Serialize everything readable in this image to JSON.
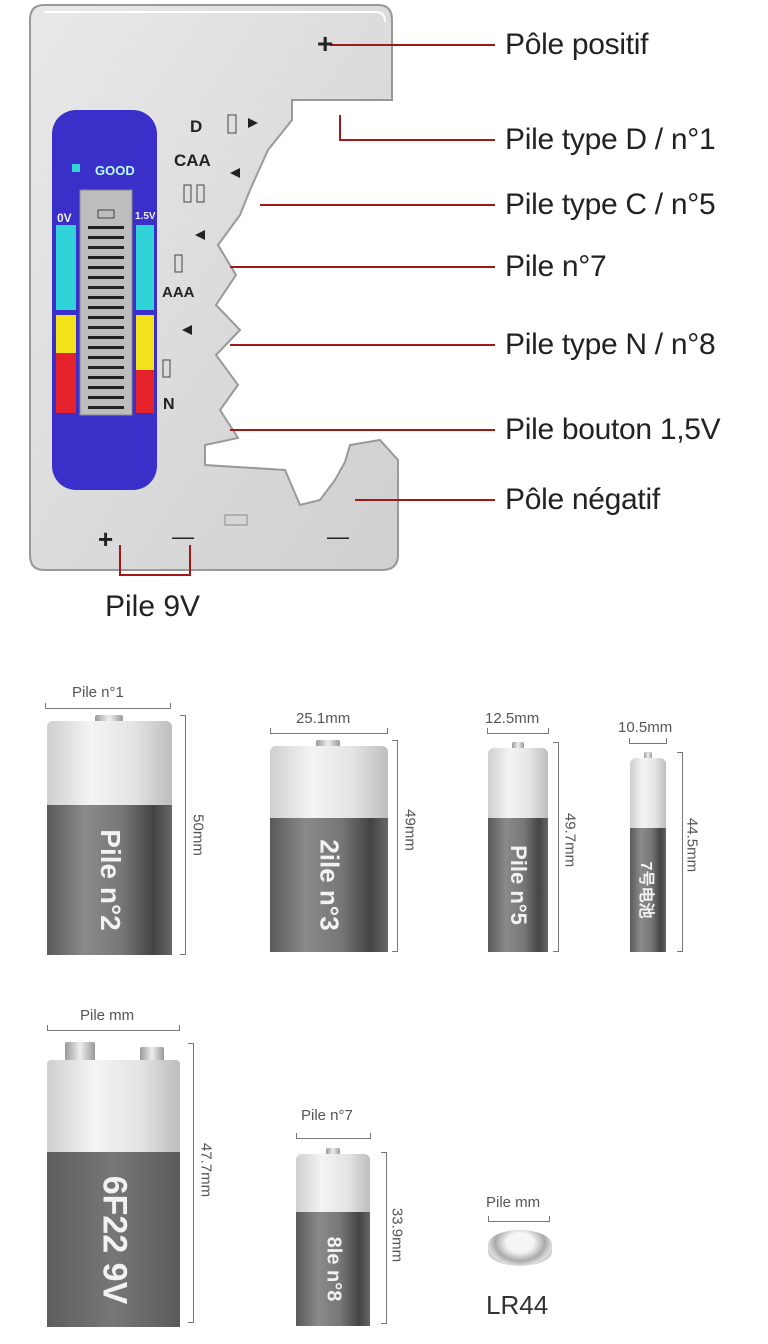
{
  "tester": {
    "display": {
      "good_label": "GOOD",
      "left_scale_top": "0V",
      "right_scale_top": "1.5V"
    },
    "slot_labels": [
      "D",
      "CAA",
      "AAA",
      "N"
    ],
    "plus_sign": "+",
    "minus_sign": "—",
    "colors": {
      "display": "#3b2fc9",
      "cyan": "#2fd3d8",
      "yellow": "#f2e21a",
      "red": "#e5212a",
      "callout_line": "#a01818"
    }
  },
  "callouts": [
    "Pôle positif",
    "Pile type D / n°1",
    "Pile type C / n°5",
    "Pile n°7",
    "Pile type N / n°8",
    "Pile bouton 1,5V",
    "Pôle négatif"
  ],
  "nine_volt_label": "Pile 9V",
  "batteries": [
    {
      "width_label": "Pile n°1",
      "height_label": "50mm",
      "body_text": "Pile n°2"
    },
    {
      "width_label": "25.1mm",
      "height_label": "49mm",
      "body_text": "2ile n°3"
    },
    {
      "width_label": "12.5mm",
      "height_label": "49.7mm",
      "body_text": "Pile n°5"
    },
    {
      "width_label": "10.5mm",
      "height_label": "44.5mm",
      "body_text": "7号电池"
    },
    {
      "width_label": "Pile mm",
      "height_label": "47.7mm",
      "body_text": "6F22  9V"
    },
    {
      "width_label": "Pile n°7",
      "height_label": "33.9mm",
      "body_text": "8le n°8"
    },
    {
      "width_label": "Pile mm",
      "name": "LR44"
    }
  ]
}
